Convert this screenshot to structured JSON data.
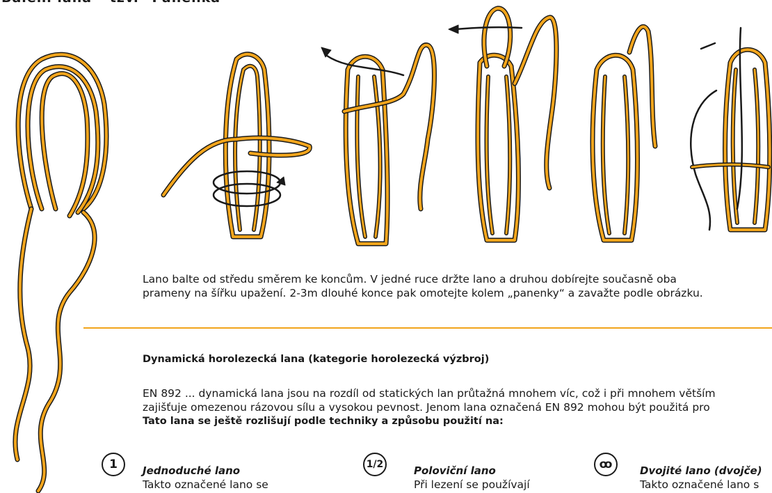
{
  "title": "Balení lana – tzv. \"Panenka\"",
  "intro": {
    "line1": "Lano balte od středu směrem ke koncům. V jedné ruce držte lano a druhou dobírejte současně oba",
    "line2": "prameny na šířku upažení. 2-3m dlouhé konce pak omotejte kolem „panenky“ a zavažte podle obrázku."
  },
  "section": {
    "heading": "Dynamická horolezecká lana (kategorie horolezecká výzbroj)",
    "line1": "EN 892 ... dynamická lana jsou na rozdíl od statických lan průtažná mnohem víc,  což i při mnohem větším",
    "line2": "zajišťuje omezenou rázovou sílu a vysokou pevnost. Jenom lana označená EN 892 mohou být použitá pro",
    "line3": "Tato lana se ještě rozlišují podle techniky a způsobu použití na:"
  },
  "categories": [
    {
      "symbol": "1",
      "name": "Jednoduché lano",
      "desc": "Takto označené lano se"
    },
    {
      "symbol": "1/2",
      "name": "Poloviční lano",
      "desc": "Při lezení se používají"
    },
    {
      "symbol": "ꝏ",
      "name": "Dvojité lano (dvojče)",
      "desc": "Takto označené lano s"
    }
  ],
  "colors": {
    "rope": "#f2a51c",
    "outline": "#1a1a1a",
    "rule": "#f2a51c"
  }
}
